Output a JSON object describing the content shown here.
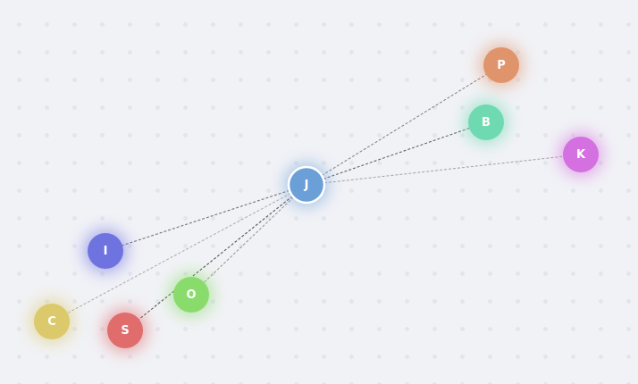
{
  "graph": {
    "nodes": [
      {
        "id": "J",
        "label": "J",
        "color": "#6b9fd8",
        "selected": true
      },
      {
        "id": "P",
        "label": "P",
        "color": "#e0946c"
      },
      {
        "id": "B",
        "label": "B",
        "color": "#6fd9b2"
      },
      {
        "id": "K",
        "label": "K",
        "color": "#d470e0"
      },
      {
        "id": "I",
        "label": "I",
        "color": "#6f73e0"
      },
      {
        "id": "O",
        "label": "O",
        "color": "#89dc6c"
      },
      {
        "id": "C",
        "label": "C",
        "color": "#dcc96c"
      },
      {
        "id": "S",
        "label": "S",
        "color": "#e06c6c"
      }
    ],
    "edges": [
      {
        "from": "J",
        "to": "P"
      },
      {
        "from": "J",
        "to": "B"
      },
      {
        "from": "J",
        "to": "K"
      },
      {
        "from": "J",
        "to": "I"
      },
      {
        "from": "J",
        "to": "C"
      },
      {
        "from": "J",
        "to": "O"
      },
      {
        "from": "J",
        "to": "S"
      }
    ],
    "edge_colors": {
      "J-P": "#888888",
      "J-B": "#666666",
      "J-K": "#a8a8a8",
      "J-I": "#777777",
      "J-C": "#b0b0b0",
      "J-O": "#9a9a9a",
      "J-S": "#555555"
    }
  }
}
